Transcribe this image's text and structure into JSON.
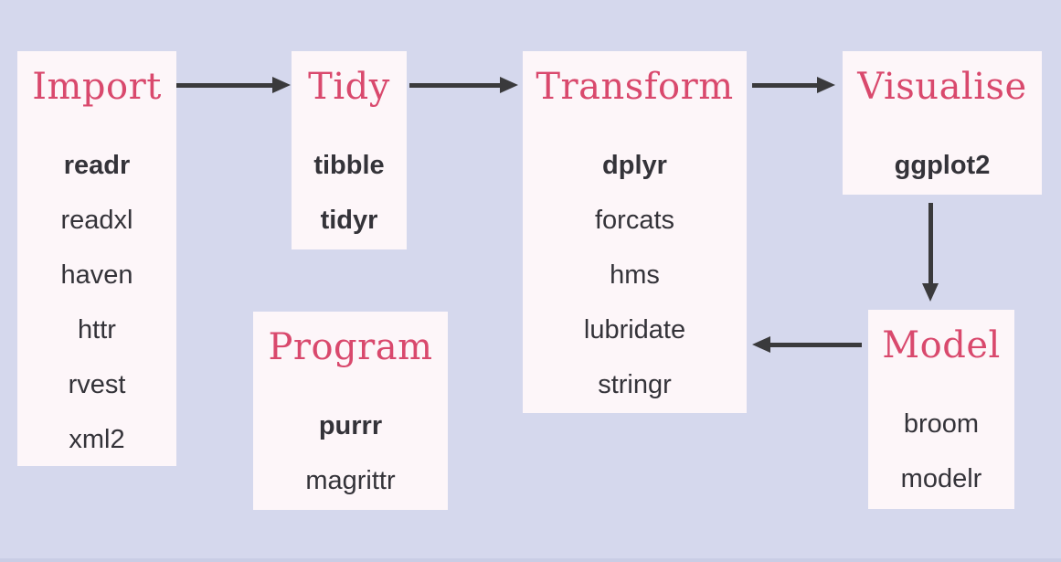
{
  "colors": {
    "background": "#d5d8ed",
    "box_background": "#fdf6f9",
    "heading": "#d9496d",
    "package_text": "#343339",
    "arrow": "#3a3a3c"
  },
  "boxes": {
    "import": {
      "title": "Import",
      "packages": [
        {
          "name": "readr",
          "bold": true
        },
        {
          "name": "readxl",
          "bold": false
        },
        {
          "name": "haven",
          "bold": false
        },
        {
          "name": "httr",
          "bold": false
        },
        {
          "name": "rvest",
          "bold": false
        },
        {
          "name": "xml2",
          "bold": false
        }
      ]
    },
    "tidy": {
      "title": "Tidy",
      "packages": [
        {
          "name": "tibble",
          "bold": true
        },
        {
          "name": "tidyr",
          "bold": true
        }
      ]
    },
    "transform": {
      "title": "Transform",
      "packages": [
        {
          "name": "dplyr",
          "bold": true
        },
        {
          "name": "forcats",
          "bold": false
        },
        {
          "name": "hms",
          "bold": false
        },
        {
          "name": "lubridate",
          "bold": false
        },
        {
          "name": "stringr",
          "bold": false
        }
      ]
    },
    "visualise": {
      "title": "Visualise",
      "packages": [
        {
          "name": "ggplot2",
          "bold": true
        }
      ]
    },
    "program": {
      "title": "Program",
      "packages": [
        {
          "name": "purrr",
          "bold": true
        },
        {
          "name": "magrittr",
          "bold": false
        }
      ]
    },
    "model": {
      "title": "Model",
      "packages": [
        {
          "name": "broom",
          "bold": false
        },
        {
          "name": "modelr",
          "bold": false
        }
      ]
    }
  },
  "arrows": [
    {
      "name": "import-to-tidy",
      "direction": "right"
    },
    {
      "name": "tidy-to-transform",
      "direction": "right"
    },
    {
      "name": "transform-to-visualise",
      "direction": "right"
    },
    {
      "name": "visualise-to-model",
      "direction": "down"
    },
    {
      "name": "model-to-transform",
      "direction": "left"
    }
  ]
}
